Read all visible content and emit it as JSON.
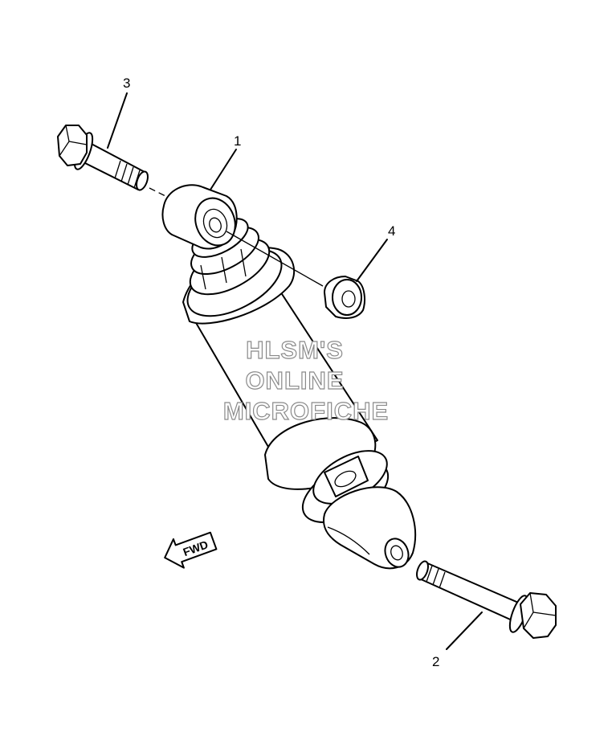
{
  "callouts": {
    "part1": "1",
    "part2": "2",
    "part3": "3",
    "part4": "4"
  },
  "watermark": {
    "line1": "HLSM'S",
    "line2": "ONLINE",
    "line3": "MICROFICHE"
  },
  "direction_arrow": {
    "label": "FWD"
  }
}
